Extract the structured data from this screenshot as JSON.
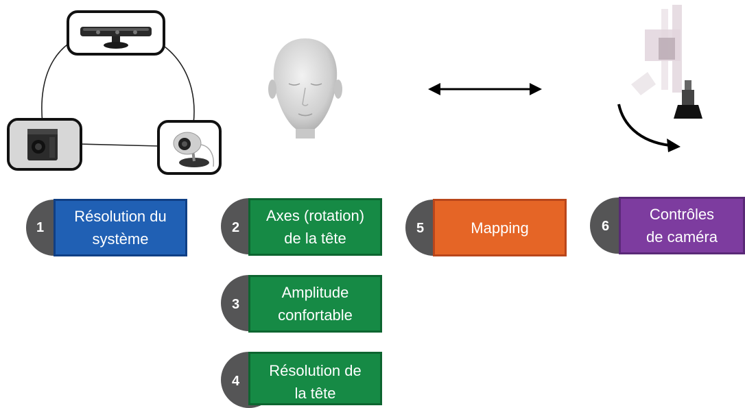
{
  "steps": [
    {
      "number": "1",
      "line1": "Résolution du",
      "line2": "système",
      "color": "#2060b4"
    },
    {
      "number": "2",
      "line1": "Axes (rotation)",
      "line2": "de la tête",
      "color": "#168a45"
    },
    {
      "number": "3",
      "line1": "Amplitude",
      "line2": "confortable",
      "color": "#168a45"
    },
    {
      "number": "4",
      "line1": "Résolution de",
      "line2": "la tête",
      "color": "#168a45"
    },
    {
      "number": "5",
      "line1": "Mapping",
      "color": "#e56526"
    },
    {
      "number": "6",
      "line1": "Contrôles",
      "line2": "de caméra",
      "color": "#7d3c9f"
    }
  ],
  "icons": {
    "sensor_bar": "depth-sensor-icon",
    "industrial_camera": "industrial-camera-icon",
    "webcam": "webcam-icon",
    "head": "human-head-icon",
    "arrow": "double-arrow-icon",
    "robot_camera": "robotic-camera-arm-icon",
    "rotation_arrow": "rotation-arrow-icon"
  }
}
